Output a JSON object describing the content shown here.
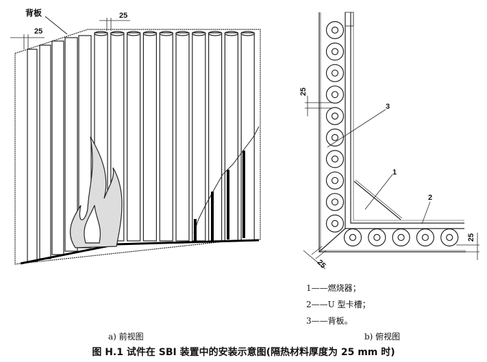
{
  "figure": {
    "title": "图 H.1  试件在 SBI 装置中的安装示意图(隔热材料厚度为 25 mm 时)",
    "front_view": {
      "caption": "a)  前视图",
      "back_board_label": "背板",
      "dim_left": "25",
      "dim_top": "25"
    },
    "top_view": {
      "caption": "b)  俯视图",
      "dim_vertical": "25",
      "dim_right": "25",
      "dim_corner": "25",
      "callouts": [
        "1",
        "2",
        "3"
      ],
      "legend": [
        "1——燃烧器；",
        "2——U 型卡槽；",
        "3——背板。"
      ]
    }
  }
}
